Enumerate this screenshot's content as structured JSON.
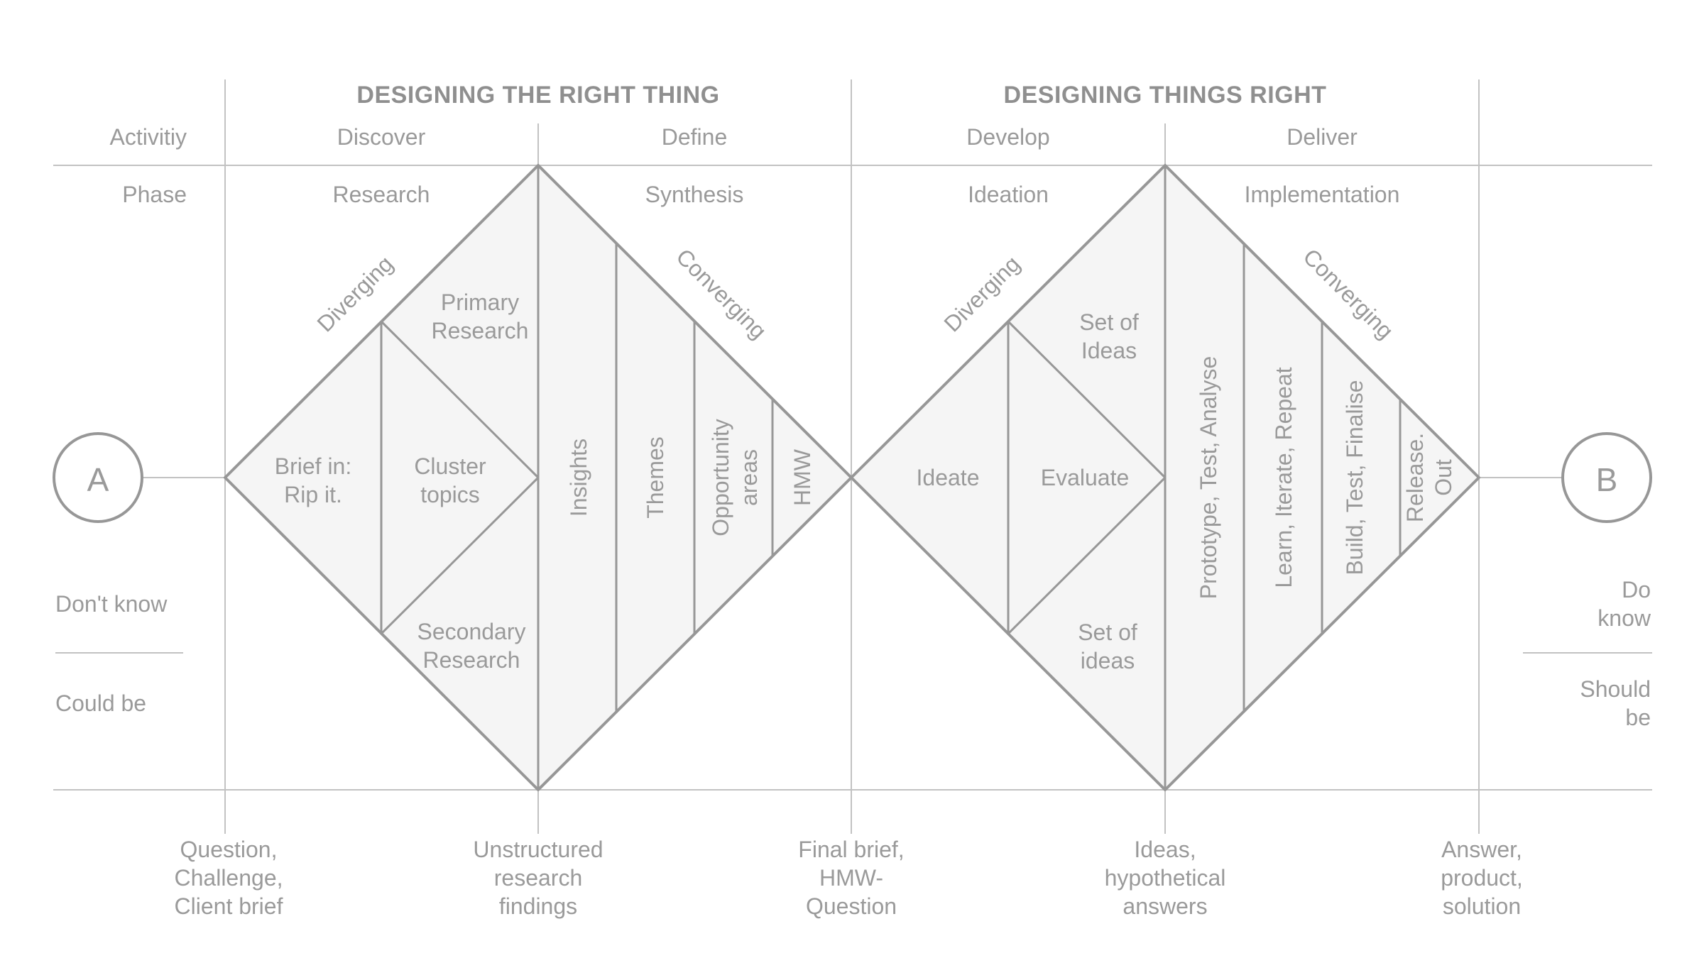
{
  "header": {
    "title_left": "DESIGNING THE RIGHT THING",
    "title_right": "DESIGNING THINGS RIGHT"
  },
  "rows": {
    "activity_label": "Activitiy",
    "phase_label": "Phase"
  },
  "activities": [
    "Discover",
    "Define",
    "Develop",
    "Deliver"
  ],
  "phases": [
    "Research",
    "Synthesis",
    "Ideation",
    "Implementation"
  ],
  "endpoints": {
    "a": "A",
    "b": "B",
    "left_top": "Don't know",
    "left_bottom": "Could be",
    "right_top": "Do know",
    "right_bottom": "Should be"
  },
  "milestones": [
    "Question,\nChallenge,\nClient brief",
    "Unstructured\nresearch\nfindings",
    "Final brief,\nHMW-\nQuestion",
    "Ideas,\nhypothetical\nanswers",
    "Answer,\nproduct,\nsolution"
  ],
  "diamond1": {
    "diverging": "Diverging",
    "converging": "Converging",
    "brief": "Brief in:\nRip it.",
    "cluster": "Cluster\ntopics",
    "primary": "Primary\nResearch",
    "secondary": "Secondary\nResearch",
    "strips": [
      "Insights",
      "Themes",
      "Opportunity\nareas",
      "HMW"
    ]
  },
  "diamond2": {
    "diverging": "Diverging",
    "converging": "Converging",
    "ideate": "Ideate",
    "evaluate": "Evaluate",
    "ideas_top": "Set of\nIdeas",
    "ideas_bottom": "Set of\nideas",
    "strips": [
      "Prototype, Test, Analyse",
      "Learn, Iterate, Repeat",
      "Build, Test, Finalise",
      "Release.\nOut"
    ]
  },
  "colors": {
    "diamond_fill": "#f5f5f5",
    "diamond_stroke": "#979797",
    "inner_line": "#979797",
    "grid_line": "#c2c2c2",
    "text": "#9a9a9a",
    "title_text": "#8f8f8f"
  }
}
